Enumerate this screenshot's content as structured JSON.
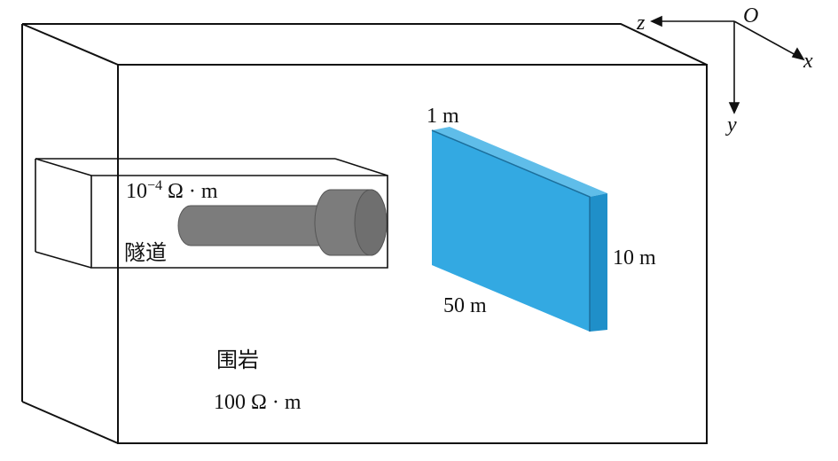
{
  "axes": {
    "origin": "O",
    "x": "x",
    "y": "y",
    "z": "z"
  },
  "tunnel": {
    "label": "隧道",
    "resistivity_base": "10",
    "resistivity_exp": "−4",
    "resistivity_unit": " Ω · m"
  },
  "rock": {
    "label": "围岩",
    "resistivity": "100 Ω · m"
  },
  "plate": {
    "thickness": "1 m",
    "height": "10 m",
    "length": "50 m"
  },
  "colors": {
    "line": "#111111",
    "plate_front": "#33a9e2",
    "plate_side": "#1f8fc9",
    "plate_top": "#5fbde9",
    "cylinder": "#7c7c7c",
    "cylinder_dark": "#555555"
  }
}
